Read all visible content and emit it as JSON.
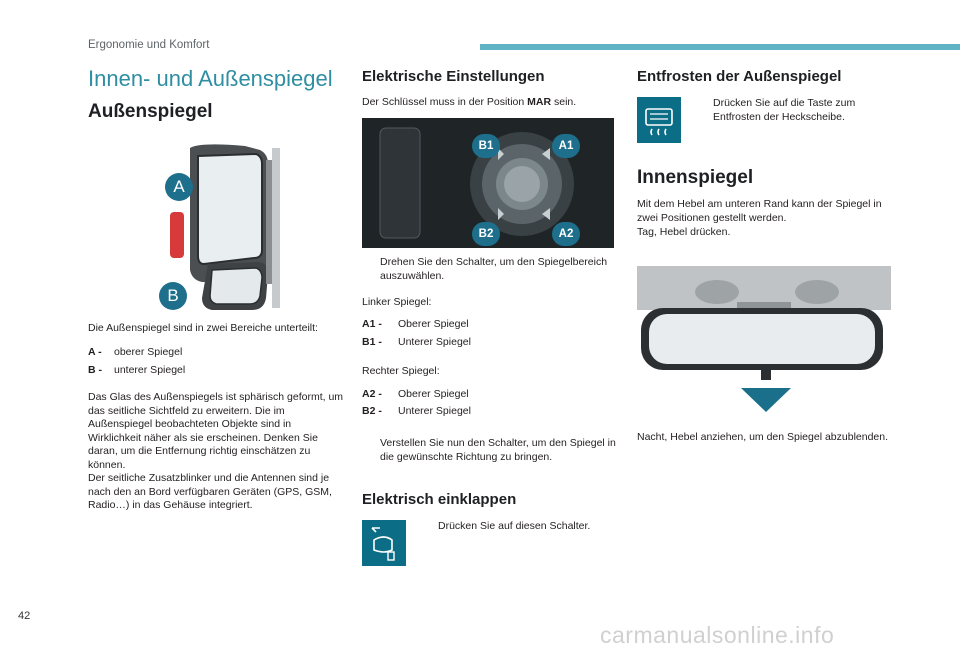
{
  "header": {
    "section": "Ergonomie und Komfort",
    "title": "Innen- und Außenspiegel"
  },
  "left": {
    "heading": "Außenspiegel",
    "callout_a": "A",
    "callout_b": "B",
    "intro": "Die Außenspiegel sind in zwei Bereiche unterteilt:",
    "items": [
      {
        "label": "A -",
        "text": "oberer Spiegel"
      },
      {
        "label": "B -",
        "text": "unterer Spiegel"
      }
    ],
    "para1": "Das Glas des Außenspiegels ist sphärisch geformt, um das seitliche Sichtfeld zu erweitern. Die im Außenspiegel beobachteten Objekte sind in Wirklichkeit näher als sie erscheinen. Denken Sie daran, um die Entfernung richtig einschätzen zu können.",
    "para2": "Der seitliche Zusatzblinker und die Antennen sind je nach den an Bord verfügbaren Geräten (GPS, GSM, Radio…) in das Gehäuse integriert."
  },
  "middle": {
    "heading": "Elektrische Einstellungen",
    "key_text_pre": "Der Schlüssel muss in der Position ",
    "key_bold": "MAR",
    "key_text_post": " sein.",
    "knob_labels": {
      "b1": "B1",
      "a1": "A1",
      "b2": "B2",
      "a2": "A2"
    },
    "bullet1": "Drehen Sie den Schalter, um den Spiegelbereich auszuwählen.",
    "left_mirror_title": "Linker Spiegel:",
    "left_items": [
      {
        "label": "A1 -",
        "text": "Oberer Spiegel"
      },
      {
        "label": "B1 -",
        "text": "Unterer Spiegel"
      }
    ],
    "right_mirror_title": "Rechter Spiegel:",
    "right_items": [
      {
        "label": "A2 -",
        "text": "Oberer Spiegel"
      },
      {
        "label": "B2 -",
        "text": "Unterer Spiegel"
      }
    ],
    "bullet2": "Verstellen Sie nun den Schalter, um den Spiegel in die gewünschte Richtung zu bringen.",
    "fold_heading": "Elektrisch einklappen",
    "fold_bullet": "Drücken Sie auf diesen Schalter."
  },
  "right": {
    "defrost_heading": "Entfrosten der Außenspiegel",
    "defrost_bullet": "Drücken Sie auf die Taste zum Entfrosten der Heckscheibe.",
    "inner_heading": "Innenspiegel",
    "inner_text1": "Mit dem Hebel am unteren Rand kann der Spiegel in zwei Positionen gestellt werden.",
    "inner_text2": "Tag, Hebel drücken.",
    "night_text": "Nacht, Hebel anziehen, um den Spiegel abzublenden."
  },
  "bullet_symbol": "",
  "footer": {
    "page_number": "42",
    "watermark": "carmanualsonline.info"
  },
  "colors": {
    "accent_title": "#2f8ea2",
    "top_bar": "#5fb3c4",
    "icon_box": "#0b6e86",
    "callout_blue": "#1d6f8c"
  }
}
